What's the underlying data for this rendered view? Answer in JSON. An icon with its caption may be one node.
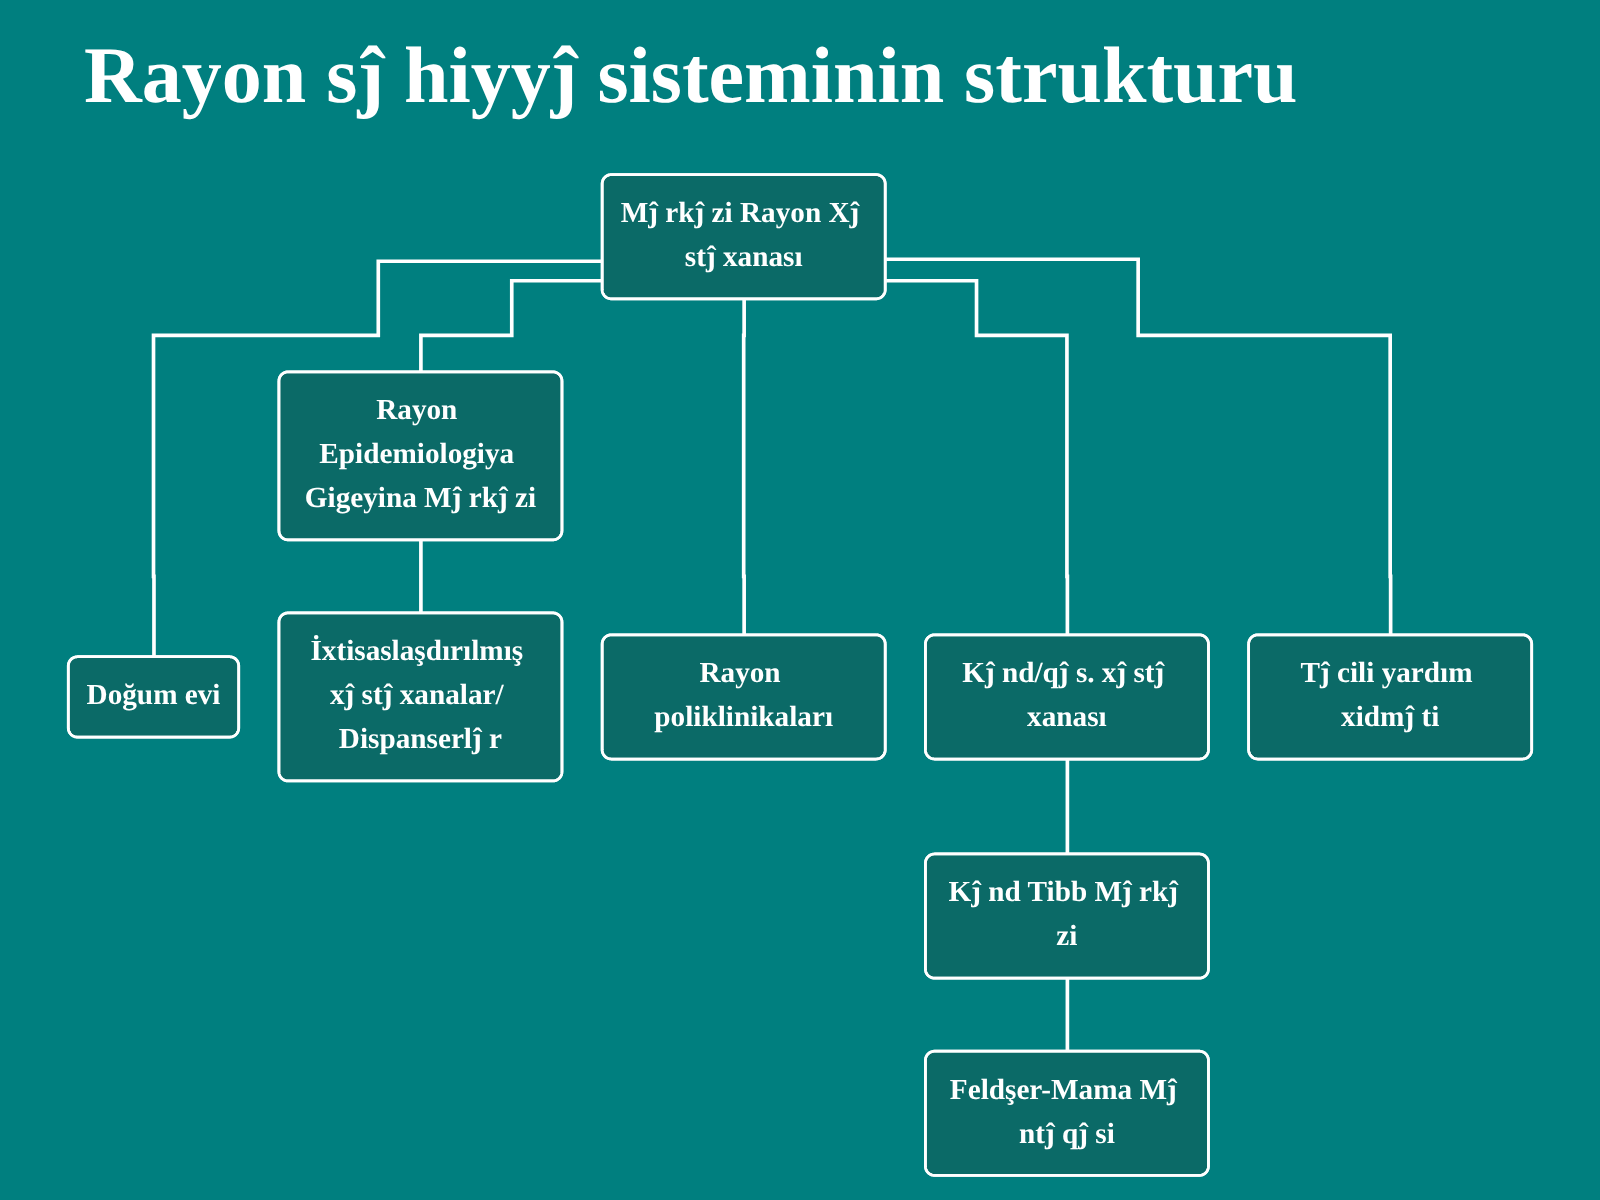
{
  "diagram": {
    "title": "Rayon sĵ hiyyĵ sisteminin strukturu",
    "nodes": [
      {
        "text": [
          "Mĵ rkĵ zi Rayon Xĵ stĵ xanası"
        ]
      },
      {
        "text": [
          "Rayon Epidemiologiya Gigeyina Mĵ rkĵ zi"
        ]
      },
      {
        "text": [
          "Doğum evi"
        ]
      },
      {
        "text": [
          "İxtisaslaşdırılmış xĵ stĵ xanalar/ Dispanserlĵ r"
        ]
      },
      {
        "text": [
          "Rayon poliklinikaları"
        ]
      },
      {
        "text": [
          "Kĵ nd/qĵ s. xĵ stĵ xanası"
        ]
      },
      {
        "text": [
          "Tĵ cili yardım xidmĵ ti"
        ]
      },
      {
        "text": [
          "Kĵ nd Tibb Mĵ rkĵ zi"
        ]
      },
      {
        "text": [
          "Feldşer-Mama Mĵ ntĵ qĵ si"
        ]
      }
    ],
    "edges": [
      {
        "from": 0,
        "to": 1,
        "arrow": "none"
      },
      {
        "from": 0,
        "to": 2,
        "arrow": "none"
      },
      {
        "from": 1,
        "to": 3,
        "arrow": "none"
      },
      {
        "from": 0,
        "to": 4,
        "arrow": "none"
      },
      {
        "from": 0,
        "to": 5,
        "arrow": "none"
      },
      {
        "from": 0,
        "to": 6,
        "arrow": "none"
      },
      {
        "from": 5,
        "to": 7,
        "arrow": "none"
      },
      {
        "from": 7,
        "to": 8,
        "arrow": "none"
      }
    ]
  }
}
